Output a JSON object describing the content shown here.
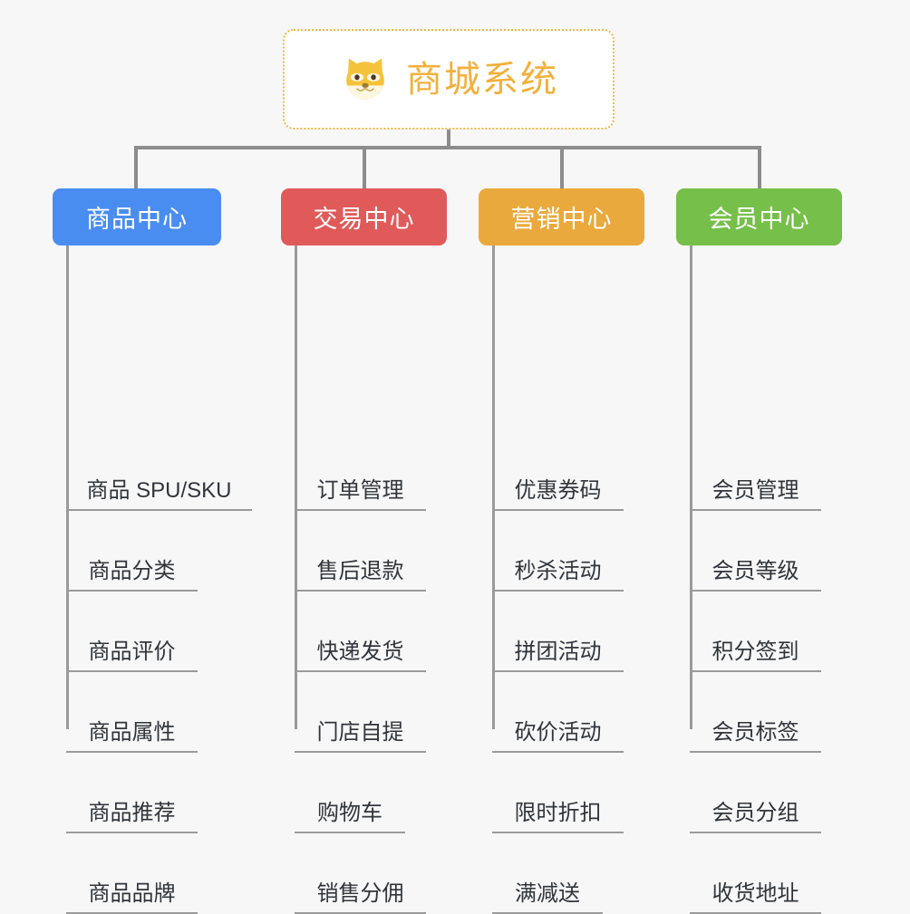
{
  "diagram": {
    "title": "商城系统",
    "root": {
      "label": "商城系统",
      "icon": "shiba-dog-face-icon",
      "text_color": "#f2b03c",
      "border_color": "#f2b544",
      "background": "#ffffff"
    },
    "background_color": "#f7f7f7",
    "connector_color": "#8c8c8c",
    "branches": [
      {
        "label": "商品中心",
        "color": "#4a8df0",
        "items": [
          "商品 SPU/SKU",
          "商品分类",
          "商品评价",
          "商品属性",
          "商品推荐",
          "商品品牌"
        ]
      },
      {
        "label": "交易中心",
        "color": "#e05a5a",
        "items": [
          "订单管理",
          "售后退款",
          "快递发货",
          "门店自提",
          "购物车",
          "销售分佣"
        ]
      },
      {
        "label": "营销中心",
        "color": "#eaa93c",
        "items": [
          "优惠券码",
          "秒杀活动",
          "拼团活动",
          "砍价活动",
          "限时折扣",
          "满减送"
        ]
      },
      {
        "label": "会员中心",
        "color": "#76bf4a",
        "items": [
          "会员管理",
          "会员等级",
          "积分签到",
          "会员标签",
          "会员分组",
          "收货地址"
        ]
      }
    ]
  }
}
